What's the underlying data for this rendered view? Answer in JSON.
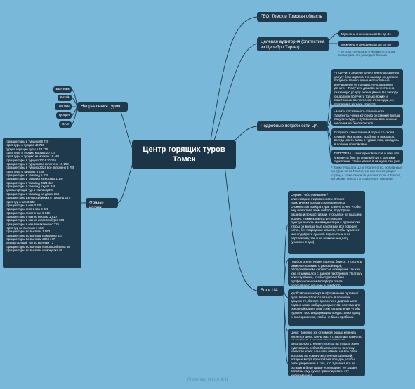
{
  "center": {
    "line1": "Центр горящих туров",
    "line2": "Томск"
  },
  "geo": "ГЕО: Томск и Томская область",
  "audience": {
    "title": "Целевая аудитория (статистика из Церебро Таргет)",
    "items": [
      "Мужчины и женщины от 24 до 34 лет",
      "Мужчины и женщины от 35 до 50 лет"
    ],
    "note": "* по полу сначала М и Ж вместе, потом посмотрим, кто реагирует больше"
  },
  "needs": {
    "title": "Подробные потребности ЦА",
    "items": [
      "- Получить дешево качественно оказанную услугу без нацмена. На выходе он должен получить только яркие и позитивные впечатления от поездки, не потратив и деньги. - Получить дешево качественно оказанную услугу без нацмена. На выходе он должен получить только яркие и позитивные впечатления от поездки, не потратив в затрате средств",
      "- Найти постоянного стабильного турагента, через которого он сможет всегда покупать туры и путевки хоть всю жизнь и ни о чем не беспокоиться",
      "Получить качественный отдых со своей семьей, без всяких проблем и накладок, всегда иметь связь с турагентом, находясь в полном спокойствии",
      "ГИПОТЕЗА - заинтересовать ЦА и тем, что у клиента был не главный тур с другими туристами, чтобы можно в конкурентах уже могут поехать сразу ЦА"
    ],
    "note": "* Также туры для ЦА и турагентство, основанные на турах не по России, так как клиент увидит страну и то же самое за условия Сочи и Томска, но сможет поехать и отдохнуть в Таиланде"
  },
  "directions": {
    "title": "Направления туров",
    "items": [
      "Вьетнам",
      "Китай",
      "Таиланд",
      "Турция",
      "ОАЭ"
    ]
  },
  "keywords": {
    "title": "Фразы-ключи",
    "items": [
      "горящие туры в турцию 68 720",
      "горят туры в турцию 48 715",
      "турция горящие туры в 48 715",
      "горят туры в турцию москвы 20 214",
      "горят туры в турцию из москвы 19 461",
      "горящие туры в турцию 2024 10 165",
      "горящие туры в турцию все включено 18 298",
      "горящие туры в турцию 2024 все включено 4 785",
      "горят туры в таиланд 5 228",
      "горящие туры в таиланд 5 228",
      "горящие туры в таиланд из москвы 1 147",
      "горящие туры в таиланд 2024 424",
      "горящие туры в таиланд пхукет 346",
      "купить горящий тур в таиланд 291",
      "горящие туры в таиланд на двоих 258",
      "горящие туры из новосибирска в таиланд 237",
      "горят тур в оаэ 3 830",
      "горящие туры в оаэ 3 830",
      "горящие туры горя в оаэ 3 830",
      "горящие туры горят в оаэ 3 810",
      "горящие туры в оаэ из москвы 1 510",
      "горящие туры в оаэ из екатеринбурга 290",
      "горящие туры в оаэ все включено 225",
      "горят тур во вьетнам 1 563",
      "горящие туры во вьетнам 1 563",
      "горящие туры во вьетнам из москвы 524",
      "горящие туры во вьетнам 2024 177",
      "купить горящий тур во вьетнам 72",
      "горящие туры во вьетнам из новосибирска 68",
      "горящие туры во вьетнам из иркутска 60"
    ]
  },
  "pains": {
    "title": "Боли ЦА",
    "items": [
      "Сервис / обслуживание / клиентоориентированность: Клиент практически всегда сталкивается со сложностью выбора тура. Клиент хочет, чтобы ему помогли в этом выборе, подобрали дешево и предоставили, чтобы все на высшем уровне. Также клиента интересует пунктуальность и коммуникация с турагентом, чтобы он всегда был на связи и все говорил четко, без подводных камней, чтобы турагент мог подобрать лучший вариант как и на перспективу, так и на ближайшее дату (условно 3 дня)",
      "Подбор отеля: Клиент всегда боится, что отель окажется плохим, с ужасной едой, обслуживанием, сервисом, номерами, так как уже сталкивался с данной проблемой. Поэтому клиенту важно, чтобы турагент был профессионалом в подборе отеля подходящего по цене и комфорту.",
      "Удобство и комфорт в оформлении путевки / тура: Клиент боится вязнуть в сложном документе, боится просрочить дедлайны по подаче каких-нибудь документов, поэтому для основной клиентов в этом направлении чтобы турагент всю информацию предоставил сразу и своевременно, чтобы не было проблем.",
      "Цена: Конечно же огромной болью клиента является цена. Цены растут, зарплата качество не высокая, и клиент хочет получить качественный отдых без проблем за небольшую цену. Поэтому в рекламе стоит учитывать это и использовать самые самые и точные УТП",
      "Безопасность: Клиент всегда на отдыхе хочет чувствовать себя в безопасности, поэтому качество хочет слышать ответы на все свои вопросы по поводу экстренных ситуаций, которые могут произойти в поездке, чтобы быть уверенным в том, что турагент его не оставит в беде (даже если клиент не задает вопросы ему нужно транслировать эту информацию)"
    ]
  },
  "watermark": "Presented with xmind"
}
